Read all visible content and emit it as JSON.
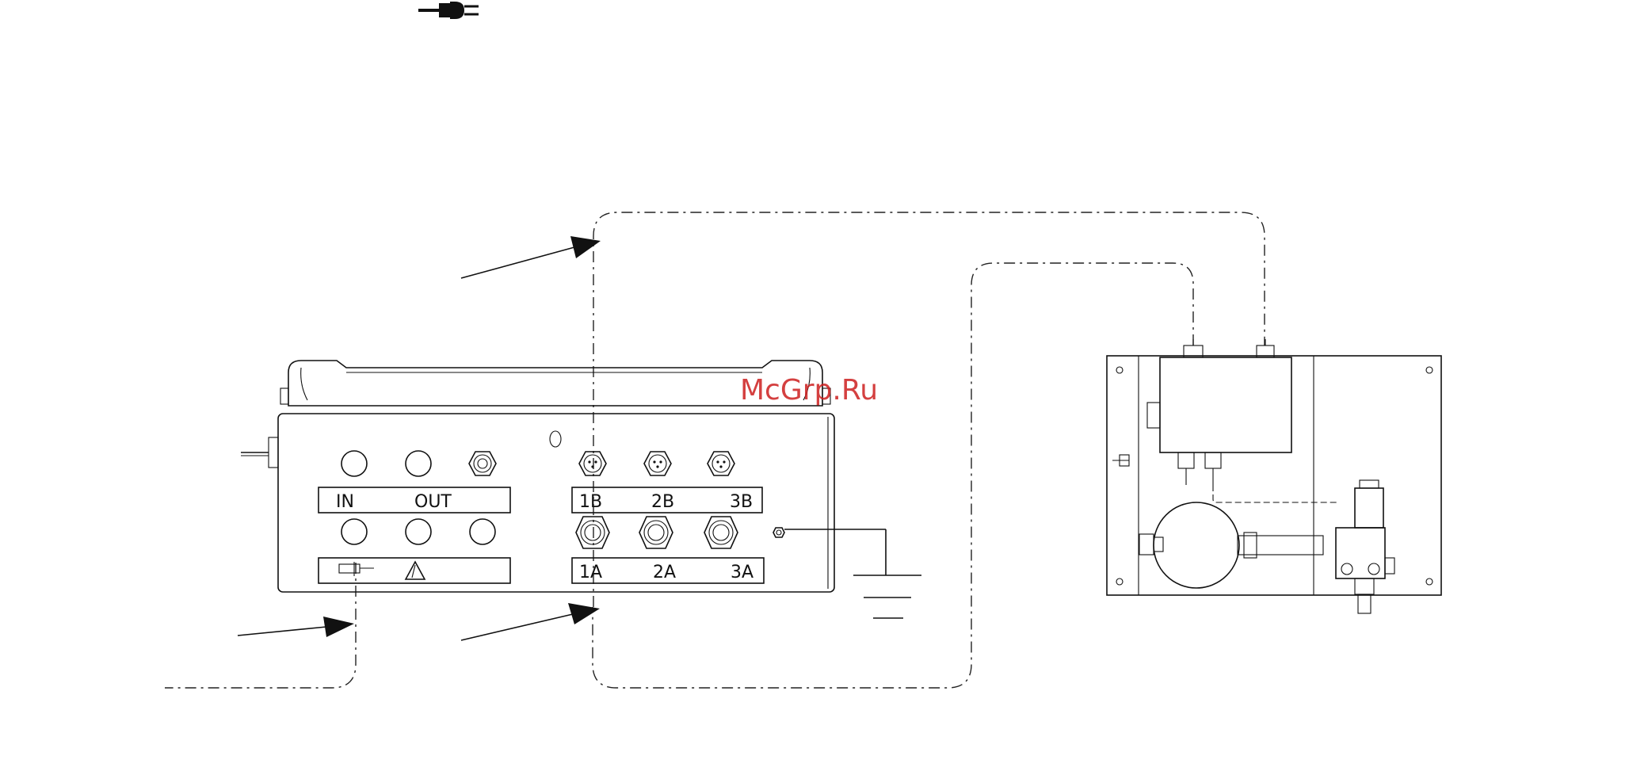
{
  "panel_labels": {
    "in": "IN",
    "out": "OUT",
    "port_1b": "1B",
    "port_2b": "2B",
    "port_3b": "3B",
    "port_1a": "1A",
    "port_2a": "2A",
    "port_3a": "3A"
  },
  "watermark": "McGrp.Ru",
  "icons": {
    "power": "power-plug-icon",
    "sensor": "sensor-probe-icon",
    "warning": "warning-triangle-icon",
    "ground": "ground-symbol-icon"
  },
  "colors": {
    "line": "#111111",
    "watermark": "#cc1f1f",
    "background": "#ffffff"
  }
}
